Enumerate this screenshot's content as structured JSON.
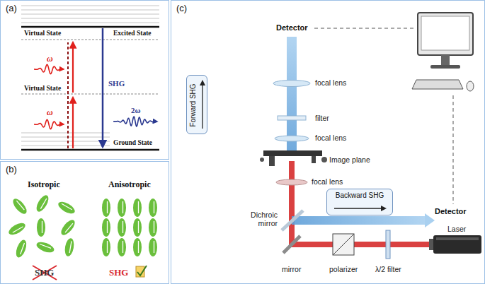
{
  "diagram": {
    "nodes": [
      {
        "text": [
          "(a)"
        ]
      },
      {
        "text": [
          "(b)"
        ]
      },
      {
        "text": [
          "(c)"
        ]
      },
      {
        "text": [
          "Forward SHG"
        ],
        "in": 2
      },
      {
        "text": [
          "Backward SHG"
        ],
        "in": 2
      }
    ],
    "labels": [
      "Excited State",
      "Virtual State",
      "ω",
      "Virtual State",
      "ω",
      "SHG",
      "2ω",
      "Ground State",
      "Isotropic",
      "Anisotropic",
      "SHG",
      "SHG",
      "Detector",
      "focal lens",
      "filter",
      "focal lens",
      "Image plane",
      "focal lens",
      "Dichroic mirror",
      "Detector",
      "mirror",
      "polarizer",
      "λ/2 filter",
      "Laser"
    ]
  }
}
